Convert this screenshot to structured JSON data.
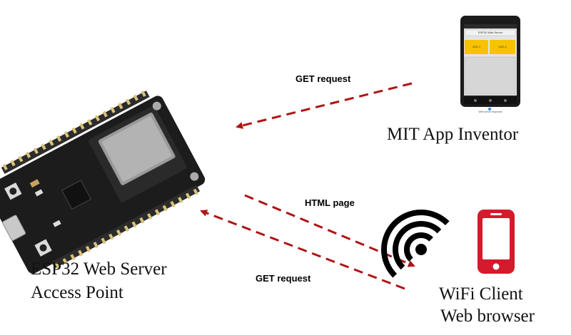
{
  "labels": {
    "get_request_top": "GET request",
    "html_page": "HTML page",
    "get_request_bottom": "GET request",
    "mit_app_inventor": "MIT App Inventor",
    "esp32_line1": "ESP32 Web Server",
    "esp32_line2": "Access Point",
    "wifi_client_line1": "WiFi Client",
    "wifi_client_line2": "Web browser"
  },
  "phone_screen": {
    "title": "ESP32 Web Server",
    "button_left": "LED 1",
    "button_right": "LED 2",
    "footer": "Web server response"
  },
  "colors": {
    "arrow": "#b01414",
    "phone_red": "#d41a2c",
    "board_pcb": "#1c1c1c",
    "board_shield": "#9a9a9a",
    "app_button": "#f7c300"
  },
  "icons": [
    "esp32-board-icon",
    "android-phone-icon",
    "wifi-icon",
    "mobile-phone-icon"
  ]
}
